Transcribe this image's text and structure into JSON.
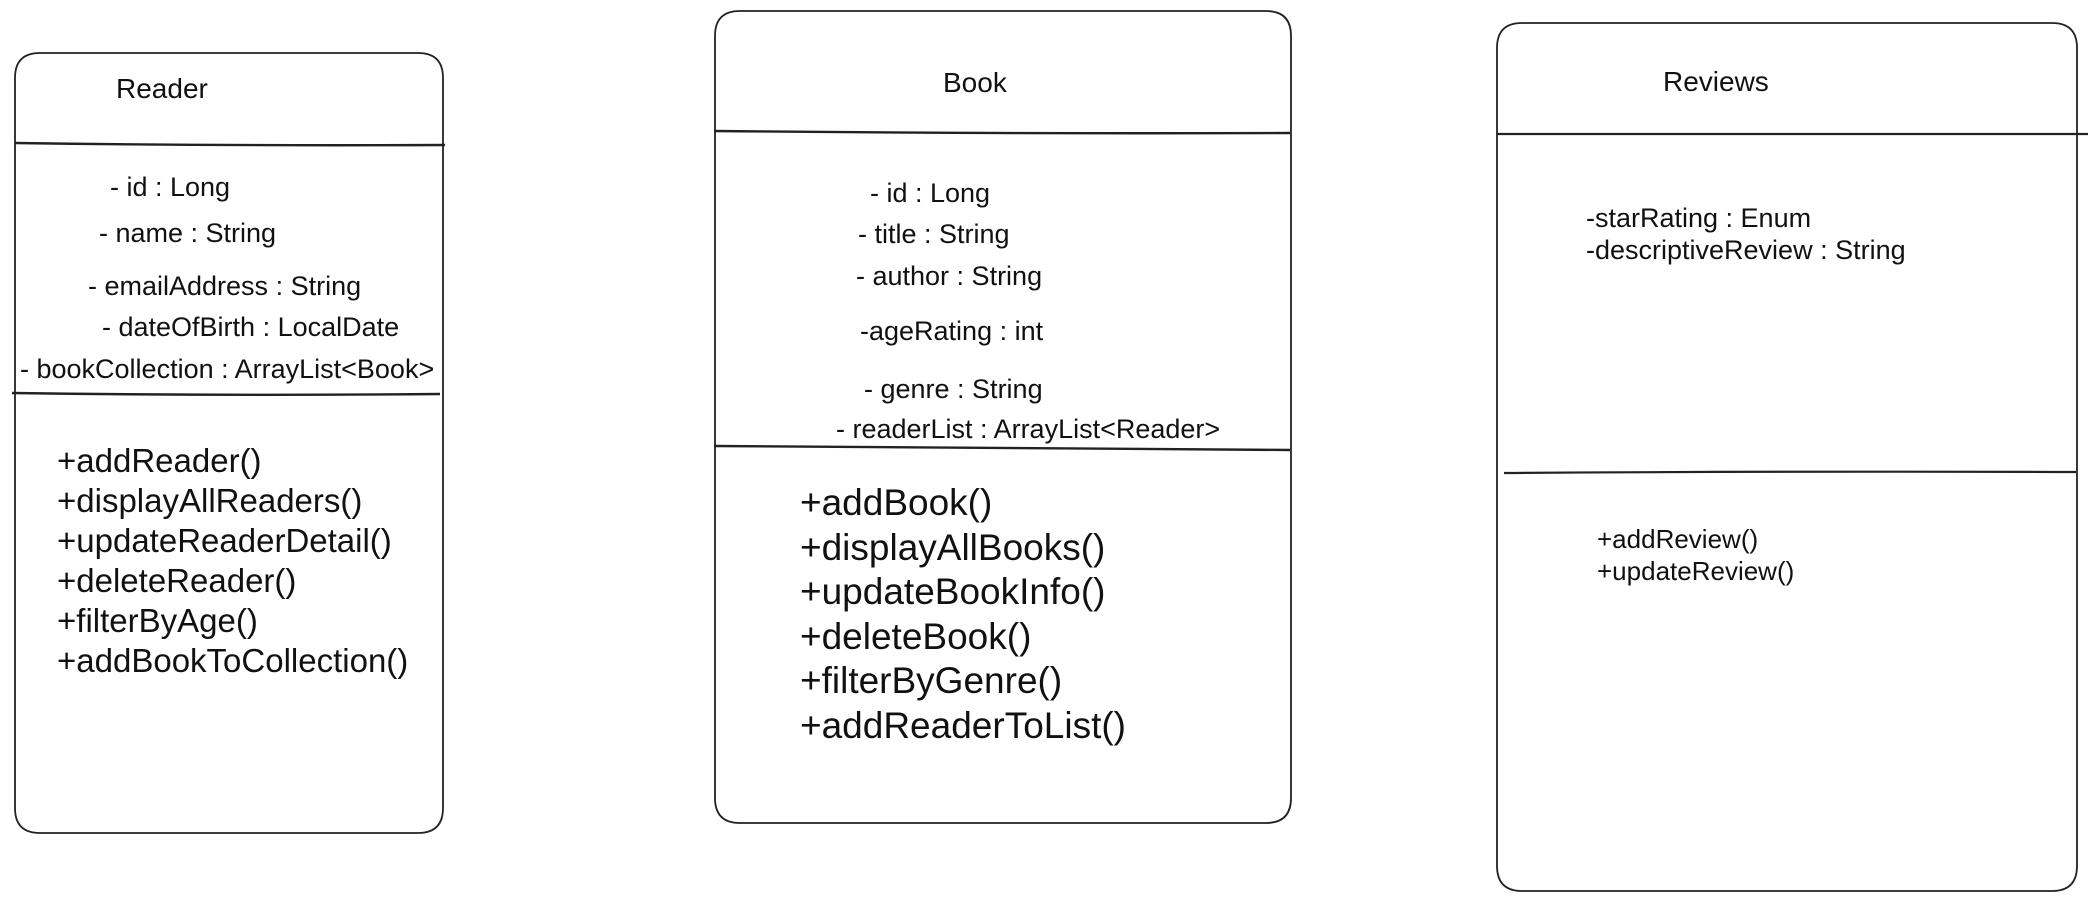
{
  "classes": {
    "reader": {
      "name": "Reader",
      "attributes": [
        "- id : Long",
        "- name : String",
        "- emailAddress : String",
        "- dateOfBirth : LocalDate",
        "- bookCollection : ArrayList<Book>"
      ],
      "methods": [
        "+addReader()",
        "+displayAllReaders()",
        "+updateReaderDetail()",
        "+deleteReader()",
        "+filterByAge()",
        "+addBookToCollection()"
      ]
    },
    "book": {
      "name": "Book",
      "attributes": [
        "- id : Long",
        "- title : String",
        "- author : String",
        "-ageRating : int",
        "- genre : String",
        "- readerList : ArrayList<Reader>"
      ],
      "methods": [
        "+addBook()",
        "+displayAllBooks()",
        "+updateBookInfo()",
        "+deleteBook()",
        "+filterByGenre()",
        "+addReaderToList()"
      ]
    },
    "reviews": {
      "name": "Reviews",
      "attributes": [
        "-starRating : Enum",
        "-descriptiveReview : String"
      ],
      "methods": [
        "+addReview()",
        "+updateReview()"
      ]
    }
  },
  "style": {
    "stroke_color": "#222222",
    "text_color": "#111111",
    "background": "#ffffff"
  }
}
